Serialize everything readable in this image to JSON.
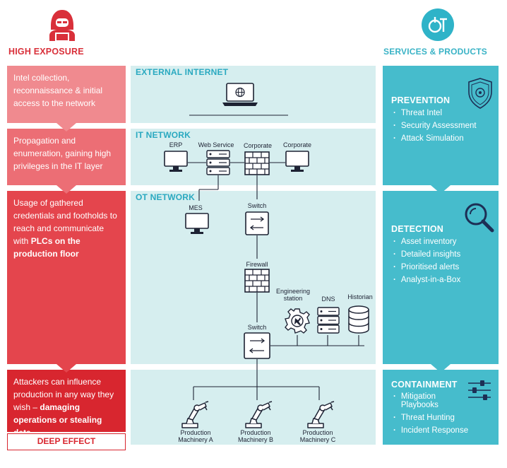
{
  "header": {
    "left_title": "HIGH EXPOSURE",
    "right_title": "SERVICES & PRODUCTS",
    "logo_text": "OT"
  },
  "exposure_stages": [
    {
      "text": "Intel collection, reconnaissance & initial access to the network"
    },
    {
      "text": "Propagation and enumeration, gaining high privileges in the IT layer"
    },
    {
      "text": "Usage of gathered credentials and footholds to reach and communicate with ",
      "bold": "PLCs on the production floor"
    },
    {
      "text": "Attackers can influence production in any way they wish – ",
      "bold": "damaging operations or stealing data"
    }
  ],
  "deep_effect": "DEEP EFFECT",
  "zones": {
    "external": "EXTERNAL INTERNET",
    "it": "IT NETWORK",
    "ot": "OT NETWORK"
  },
  "nodes": {
    "erp": "ERP",
    "web_service": "Web Service",
    "corporate_fw": "Corporate",
    "corporate_pc": "Corporate",
    "mes": "MES",
    "switch_top": "Switch",
    "firewall": "Firewall",
    "engineering_station": "Engineering\nstation",
    "dns": "DNS",
    "historian": "Historian",
    "switch_bottom": "Switch",
    "machine_a": "Production\nMachinery A",
    "machine_b": "Production\nMachinery B",
    "machine_c": "Production\nMachinery C"
  },
  "services": {
    "prevention": {
      "title": "PREVENTION",
      "items": [
        "Threat Intel",
        "Security Assessment",
        "Attack Simulation"
      ]
    },
    "detection": {
      "title": "DETECTION",
      "items": [
        "Asset inventory",
        "Detailed insights",
        "Prioritised alerts",
        "Analyst-in-a-Box"
      ]
    },
    "containment": {
      "title": "CONTAINMENT",
      "items": [
        "Mitigation Playbooks",
        "Threat Hunting",
        "Incident Response"
      ]
    }
  },
  "colors": {
    "red_1": "#f08a8f",
    "red_2": "#ec6e75",
    "red_3": "#e4454d",
    "red_4": "#d8262f",
    "zone_bg": "#d6eeef",
    "teal": "#46bccc",
    "navy": "#1d2233",
    "accent": "#2aa9c0"
  },
  "icons": [
    "hacker-icon",
    "ot-logo-icon",
    "shield-icon",
    "magnifier-icon",
    "sliders-icon"
  ]
}
